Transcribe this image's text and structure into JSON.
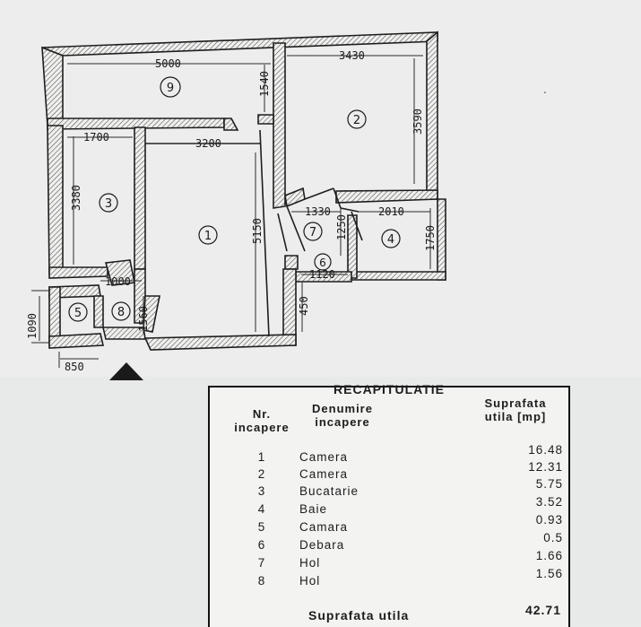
{
  "floor_plan": {
    "dimensions": {
      "d5000": "5000",
      "d3430": "3430",
      "d1540": "1540",
      "d3590": "3590",
      "d1700": "1700",
      "d3200": "3200",
      "d3380": "3380",
      "d5150": "5150",
      "d1330": "1330",
      "d2010": "2010",
      "d1250": "1250",
      "d1750": "1750",
      "d1120": "1120",
      "d1000": "1000",
      "d1090": "1090",
      "d1560": "1560",
      "d450": "450",
      "d850": "850"
    },
    "room_labels": [
      "1",
      "2",
      "3",
      "4",
      "5",
      "6",
      "7",
      "8",
      "9"
    ]
  },
  "recap": {
    "title": "RECAPITULATIE",
    "header_nr_line1": "Nr.",
    "header_nr_line2": "incapere",
    "header_name_line1": "Denumire",
    "header_name_line2": "incapere",
    "header_area_line1": "Suprafata",
    "header_area_line2": "utila [mp]",
    "rows": [
      {
        "nr": "1",
        "name": "Camera",
        "area": "16.48"
      },
      {
        "nr": "2",
        "name": "Camera",
        "area": "12.31"
      },
      {
        "nr": "3",
        "name": "Bucatarie",
        "area": "5.75"
      },
      {
        "nr": "4",
        "name": "Baie",
        "area": "3.52"
      },
      {
        "nr": "5",
        "name": "Camara",
        "area": "0.93"
      },
      {
        "nr": "6",
        "name": "Debara",
        "area": "0.5"
      },
      {
        "nr": "7",
        "name": "Hol",
        "area": "1.66"
      },
      {
        "nr": "8",
        "name": "Hol",
        "area": "1.56"
      }
    ],
    "total_label": "Suprafata utila",
    "total_value": "42.71"
  }
}
